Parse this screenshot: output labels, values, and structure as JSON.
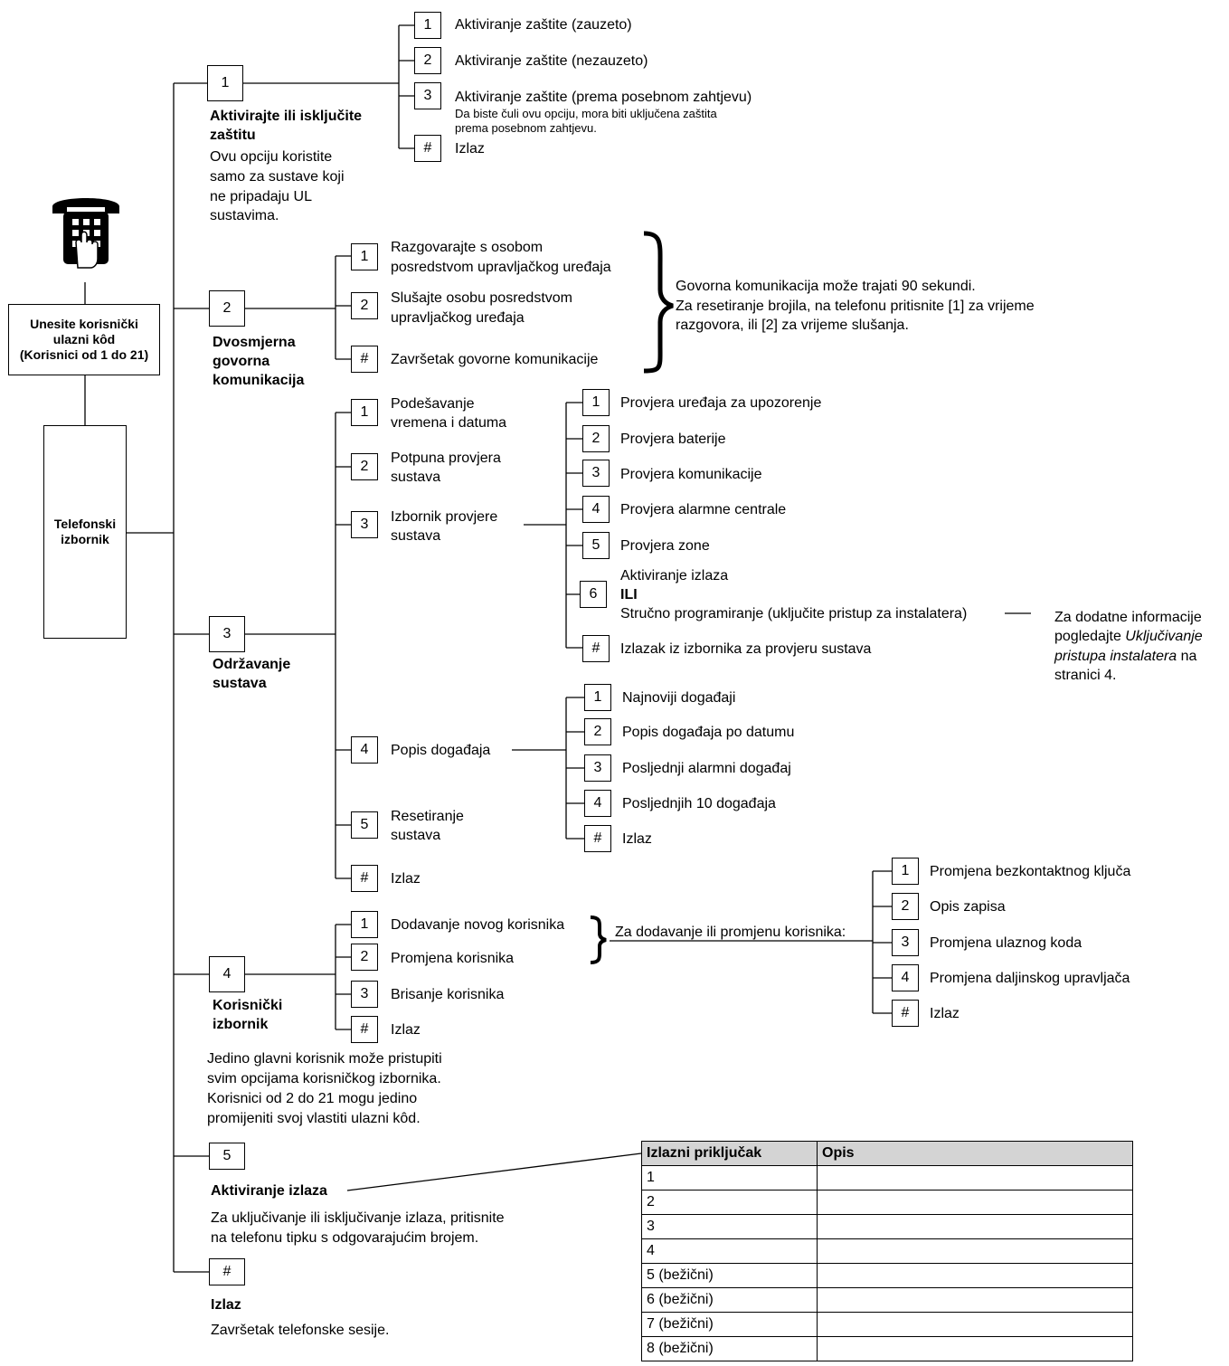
{
  "root": {
    "entry_box": [
      "Unesite korisnički",
      "ulazni kôd",
      "(Korisnici od 1 do 21)"
    ],
    "menu_box": [
      "Telefonski",
      "izbornik"
    ]
  },
  "m1": {
    "key": "1",
    "title": [
      "Aktivirajte ili isključite",
      "zaštitu"
    ],
    "note": [
      "Ovu opciju koristite",
      "samo za sustave koji",
      "ne pripadaju UL",
      "sustavima."
    ],
    "items": [
      {
        "key": "1",
        "label": "Aktiviranje zaštite (zauzeto)"
      },
      {
        "key": "2",
        "label": "Aktiviranje zaštite (nezauzeto)"
      },
      {
        "key": "3",
        "label": "Aktiviranje zaštite (prema posebnom zahtjevu)"
      },
      {
        "key": "#",
        "label": "Izlaz"
      }
    ],
    "item3_note": [
      "Da biste čuli ovu opciju, mora biti uključena zaštita",
      "prema posebnom zahtjevu."
    ]
  },
  "m2": {
    "key": "2",
    "title": [
      "Dvosmjerna",
      "govorna",
      "komunikacija"
    ],
    "items": [
      {
        "key": "1",
        "label": [
          "Razgovarajte s osobom",
          "posredstvom upravljačkog uređaja"
        ]
      },
      {
        "key": "2",
        "label": [
          "Slušajte osobu posredstvom",
          "upravljačkog uređaja"
        ]
      },
      {
        "key": "#",
        "label": [
          "Završetak govorne komunikacije"
        ]
      }
    ],
    "brace_note": [
      "Govorna komunikacija može trajati 90 sekundi.",
      "Za resetiranje brojila, na telefonu pritisnite [1] za vrijeme",
      "razgovora, ili [2] za vrijeme slušanja."
    ]
  },
  "m3": {
    "key": "3",
    "title": [
      "Održavanje",
      "sustava"
    ],
    "items": [
      {
        "key": "1",
        "label": [
          "Podešavanje",
          "vremena i datuma"
        ]
      },
      {
        "key": "2",
        "label": [
          "Potpuna provjera",
          "sustava"
        ]
      },
      {
        "key": "3",
        "label": [
          "Izbornik provjere",
          "sustava"
        ]
      },
      {
        "key": "4",
        "label": [
          "Popis događaja"
        ]
      },
      {
        "key": "5",
        "label": [
          "Resetiranje",
          "sustava"
        ]
      },
      {
        "key": "#",
        "label": [
          "Izlaz"
        ]
      }
    ],
    "test_menu": [
      {
        "key": "1",
        "label": "Provjera uređaja za upozorenje"
      },
      {
        "key": "2",
        "label": "Provjera baterije"
      },
      {
        "key": "3",
        "label": "Provjera komunikacije"
      },
      {
        "key": "4",
        "label": "Provjera alarmne centrale"
      },
      {
        "key": "5",
        "label": "Provjera zone"
      },
      {
        "key": "6",
        "label": [
          "Aktiviranje izlaza",
          "ILI",
          "Stručno programiranje (uključite pristup za instalatera)"
        ]
      },
      {
        "key": "#",
        "label": "Izlazak iz izbornika za provjeru sustava"
      }
    ],
    "install_note": {
      "line1": "Za dodatne informacije",
      "line2_prefix": "pogledajte ",
      "line2_italic": "Uključivanje",
      "line3_italic": "pristupa instalatera",
      "line3_suffix": " na",
      "line4": "stranici 4."
    },
    "event_menu": [
      {
        "key": "1",
        "label": "Najnoviji događaji"
      },
      {
        "key": "2",
        "label": "Popis događaja po datumu"
      },
      {
        "key": "3",
        "label": "Posljednji alarmni događaj"
      },
      {
        "key": "4",
        "label": "Posljednjih 10 događaja"
      },
      {
        "key": "#",
        "label": "Izlaz"
      }
    ]
  },
  "m4": {
    "key": "4",
    "title": [
      "Korisnički",
      "izbornik"
    ],
    "note": [
      "Jedino glavni korisnik može pristupiti",
      "svim opcijama korisničkog izbornika.",
      "Korisnici od 2 do 21 mogu jedino",
      "promijeniti svoj vlastiti ulazni kôd."
    ],
    "items": [
      {
        "key": "1",
        "label": "Dodavanje novog korisnika"
      },
      {
        "key": "2",
        "label": "Promjena korisnika"
      },
      {
        "key": "3",
        "label": "Brisanje korisnika"
      },
      {
        "key": "#",
        "label": "Izlaz"
      }
    ],
    "brace_label": "Za dodavanje ili promjenu korisnika:",
    "sub_items": [
      {
        "key": "1",
        "label": "Promjena bezkontaktnog ključa"
      },
      {
        "key": "2",
        "label": "Opis zapisa"
      },
      {
        "key": "3",
        "label": "Promjena ulaznog koda"
      },
      {
        "key": "4",
        "label": "Promjena daljinskog upravljača"
      },
      {
        "key": "#",
        "label": "Izlaz"
      }
    ]
  },
  "m5": {
    "key": "5",
    "title": "Aktiviranje izlaza",
    "note": [
      "Za uključivanje ili isključivanje izlaza, pritisnite",
      "na telefonu tipku s odgovarajućim brojem."
    ]
  },
  "m6": {
    "key": "#",
    "title": "Izlaz",
    "note": "Završetak telefonske sesije."
  },
  "output_table": {
    "headers": [
      "Izlazni priključak",
      "Opis"
    ],
    "rows": [
      "1",
      "2",
      "3",
      "4",
      "5 (bežični)",
      "6 (bežični)",
      "7 (bežični)",
      "8 (bežični)"
    ]
  },
  "colors": {
    "line": "#000000",
    "table_header": "#d4d4d4",
    "phone": "#000000"
  },
  "icons": [
    "telephone-keypad-icon",
    "pointing-hand-icon"
  ]
}
